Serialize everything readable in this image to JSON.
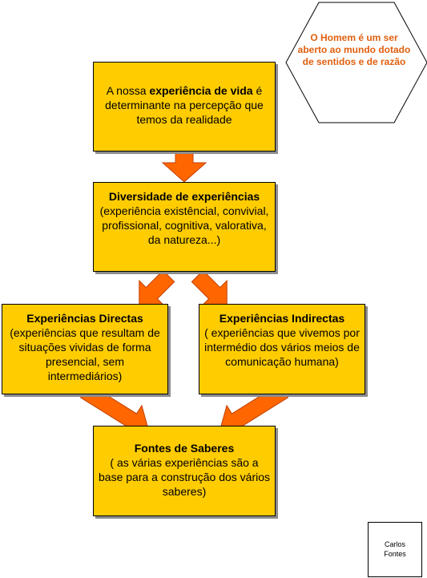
{
  "hexagon": {
    "text": "O Homem é um ser aberto ao mundo dotado de sentidos e de razão"
  },
  "vida": {
    "pre": "A nossa ",
    "bold": "experiência de vida",
    "post": " é determinante na percepção que temos da realidade"
  },
  "diversidade": {
    "title": "Diversidade de experiências",
    "body": "(experiência existêncial, convivial, profissional, cognitiva, valorativa, da natureza...)"
  },
  "directas": {
    "title": "Experiências Directas",
    "body": "(experiências que resultam de situações vividas de forma presencial, sem intermediários)"
  },
  "indirectas": {
    "title": "Experiências Indirectas",
    "body": "( experiências que vivemos por intermédio dos vários meios de comunicação humana)"
  },
  "fontes": {
    "title": "Fontes de Saberes",
    "body": "( as várias experiências são a base para a construção dos vários saberes)"
  },
  "author": {
    "line1": "Carlos",
    "line2": "Fontes"
  },
  "colors": {
    "box_fill": "#ffcc00",
    "arrow": "#ff6600",
    "hex_text": "#e06010"
  }
}
